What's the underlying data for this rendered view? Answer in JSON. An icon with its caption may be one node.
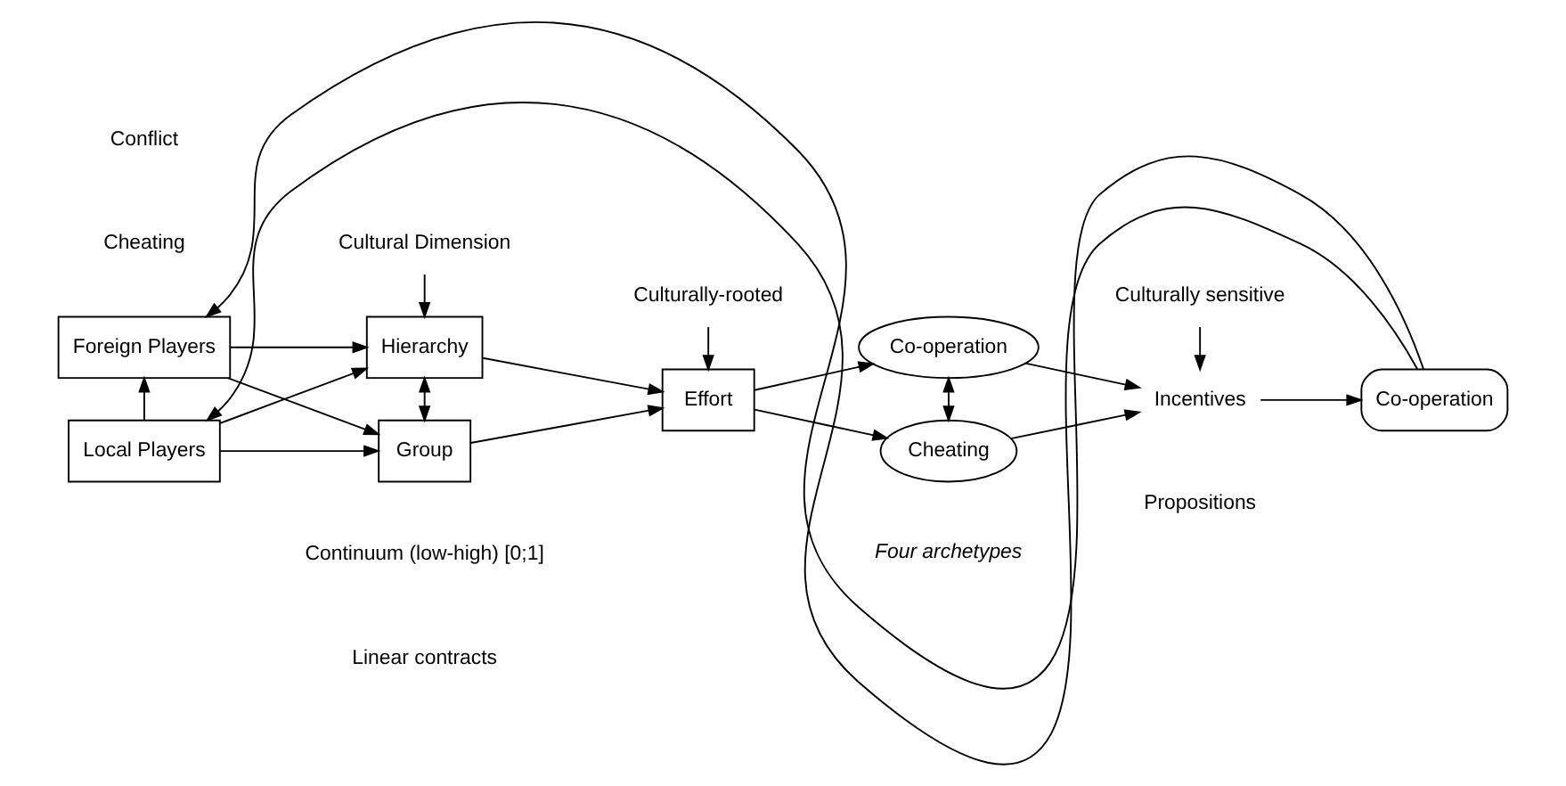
{
  "diagram": {
    "nodes": [
      {
        "text": [
          "Foreign Players"
        ]
      },
      {
        "text": [
          "Local Players"
        ]
      },
      {
        "text": [
          "Hierarchy"
        ]
      },
      {
        "text": [
          "Group"
        ]
      },
      {
        "text": [
          "Effort"
        ]
      },
      {
        "text": [
          "Co-operation"
        ]
      },
      {
        "text": [
          "Cheating"
        ]
      },
      {
        "text": [
          "Incentives"
        ]
      },
      {
        "text": [
          "Co-operation"
        ]
      },
      {
        "text": [
          "Cultural Dimension"
        ]
      },
      {
        "text": [
          "Culturally-rooted"
        ]
      },
      {
        "text": [
          "Culturally sensitive"
        ]
      }
    ],
    "edges": [
      {
        "from": 9,
        "to": 2,
        "arrow": "to"
      },
      {
        "from": 10,
        "to": 4,
        "arrow": "to"
      },
      {
        "from": 11,
        "to": 7,
        "arrow": "to"
      },
      {
        "from": 0,
        "to": 2,
        "arrow": "to"
      },
      {
        "from": 0,
        "to": 3,
        "arrow": "to"
      },
      {
        "from": 1,
        "to": 2,
        "arrow": "to"
      },
      {
        "from": 1,
        "to": 3,
        "arrow": "to"
      },
      {
        "from": 1,
        "to": 0,
        "arrow": "to"
      },
      {
        "from": 2,
        "to": 3,
        "arrow": "both"
      },
      {
        "from": 2,
        "to": 4,
        "arrow": "to"
      },
      {
        "from": 3,
        "to": 4,
        "arrow": "to"
      },
      {
        "from": 4,
        "to": 5,
        "arrow": "to"
      },
      {
        "from": 4,
        "to": 6,
        "arrow": "to"
      },
      {
        "from": 5,
        "to": 6,
        "arrow": "both"
      },
      {
        "from": 5,
        "to": 7,
        "arrow": "to"
      },
      {
        "from": 6,
        "to": 7,
        "arrow": "to"
      },
      {
        "from": 7,
        "to": 8,
        "arrow": "to"
      },
      {
        "from": 8,
        "to": 0,
        "arrow": "to"
      },
      {
        "from": 8,
        "to": 1,
        "arrow": "to"
      }
    ],
    "labels": [
      "Conflict",
      "Cheating",
      "Propositions",
      "Four archetypes",
      "Continuum (low-high) [0;1]",
      "Linear contracts"
    ]
  }
}
